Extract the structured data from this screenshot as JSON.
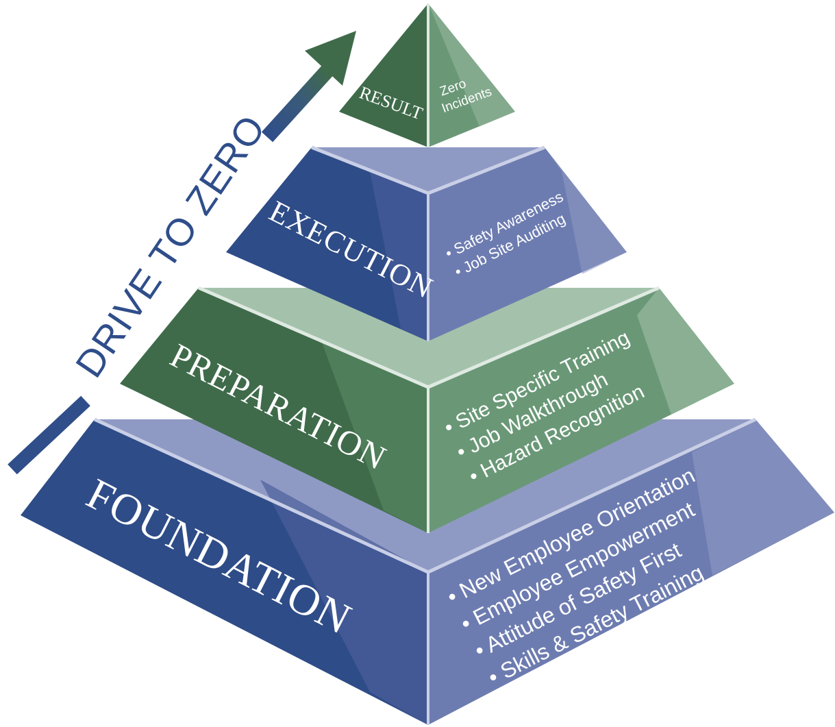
{
  "slogan": "DRIVE TO ZERO",
  "tiers": {
    "result": {
      "label": "RESULT",
      "items": [
        "Zero",
        "Incidents"
      ]
    },
    "execution": {
      "label": "EXECUTION",
      "items": [
        "Safety Awareness",
        "Job Site Auditing"
      ]
    },
    "preparation": {
      "label": "PREPARATION",
      "items": [
        "Site Specific Training",
        "Job Walkthrough",
        "Hazard Recognition"
      ]
    },
    "foundation": {
      "label": "FOUNDATION",
      "items": [
        "New Employee Orientation",
        "Employee Empowerment",
        "Attitude of Safety First",
        "Skills & Safety Training"
      ]
    }
  },
  "colors": {
    "blue_dark": "#2e4c87",
    "blue_mid": "#4b5f9c",
    "blue_light": "#6d7cb0",
    "blue_top": "#8f9ac4",
    "green_dark": "#3f6b4a",
    "green_mid": "#5a8a65",
    "green_light": "#7fa88a",
    "green_top": "#a4c2ab"
  }
}
